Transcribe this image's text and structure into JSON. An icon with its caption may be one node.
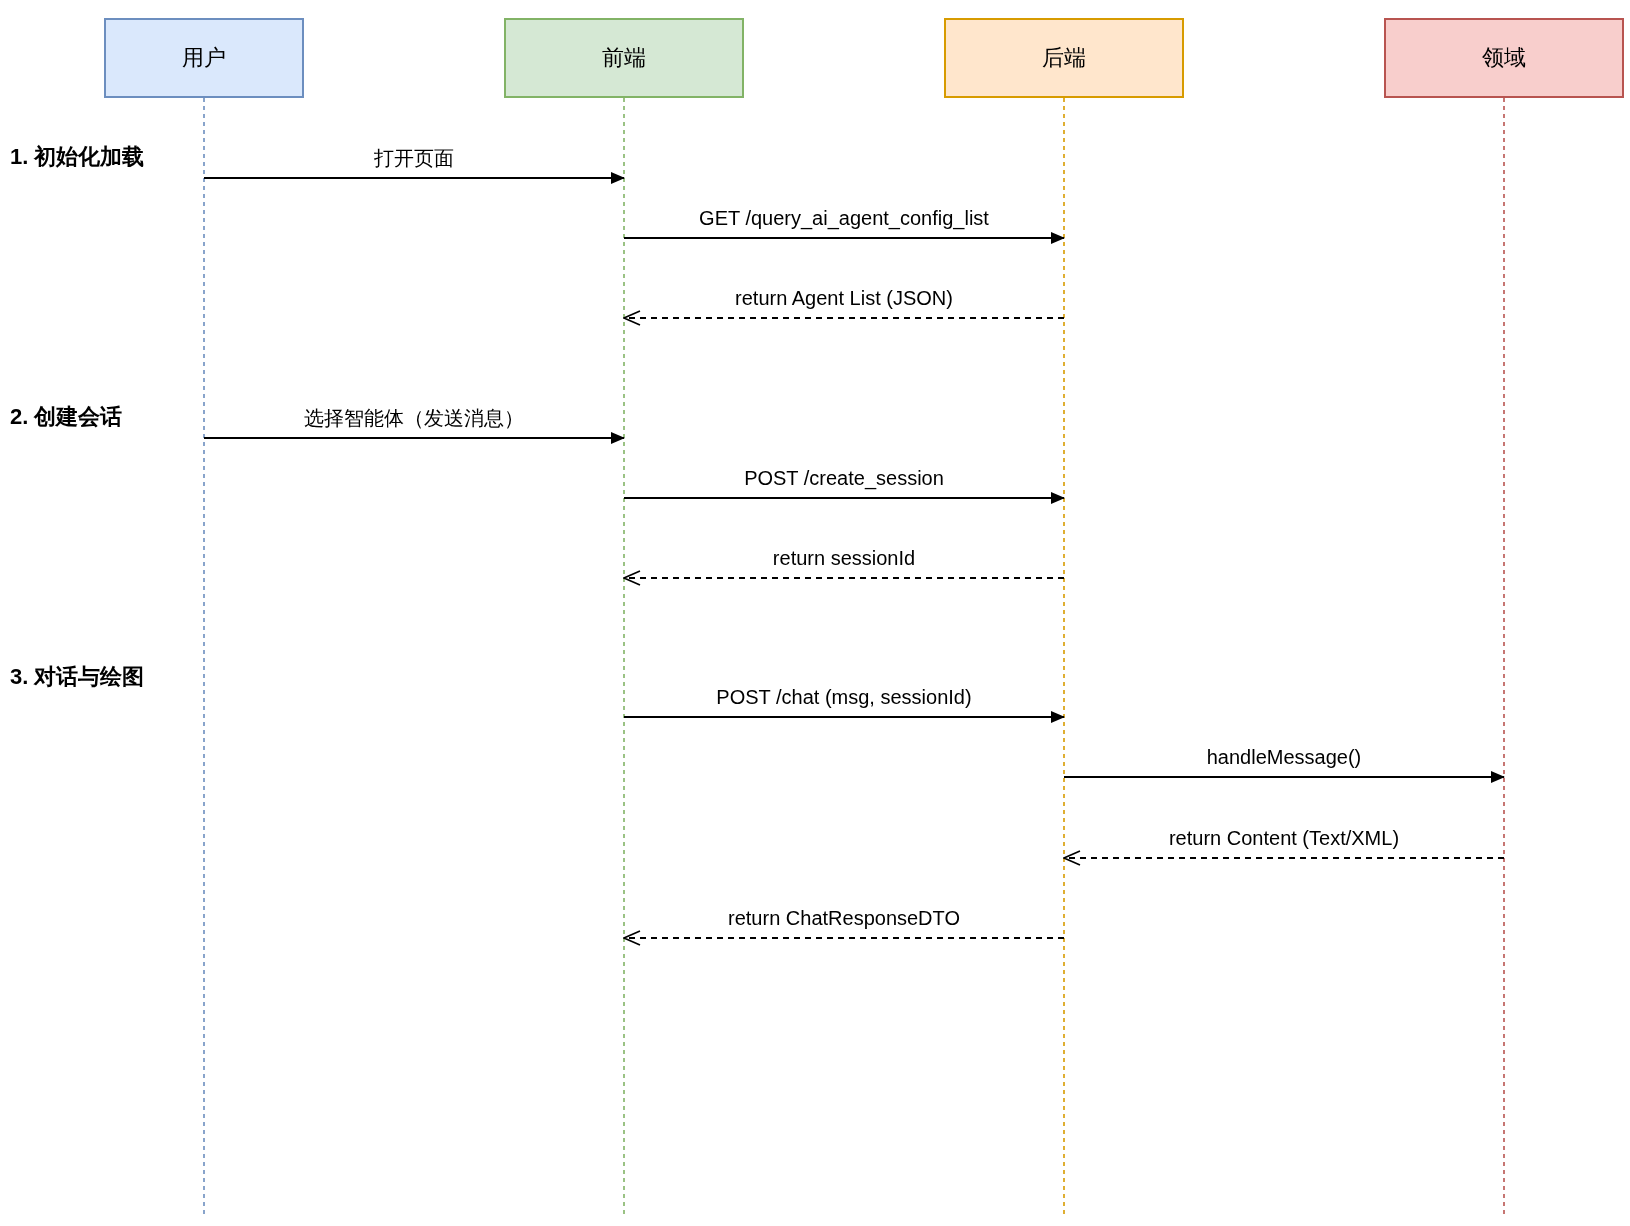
{
  "diagram": {
    "nodes": [
      {
        "text": [
          "用户"
        ]
      },
      {
        "text": [
          "前端"
        ]
      },
      {
        "text": [
          "后端"
        ]
      },
      {
        "text": [
          "领域"
        ]
      }
    ],
    "edges": [
      {
        "from": 0,
        "to": 1,
        "arrow": "to",
        "label": "打开页面"
      },
      {
        "from": 1,
        "to": 2,
        "arrow": "to",
        "label": "GET /query_ai_agent_config_list"
      },
      {
        "from": 2,
        "to": 1,
        "arrow": "to",
        "label": "return Agent List (JSON)",
        "style": "dashed"
      },
      {
        "from": 0,
        "to": 1,
        "arrow": "to",
        "label": "选择智能体（发送消息）"
      },
      {
        "from": 1,
        "to": 2,
        "arrow": "to",
        "label": "POST /create_session"
      },
      {
        "from": 2,
        "to": 1,
        "arrow": "to",
        "label": "return sessionId",
        "style": "dashed"
      },
      {
        "from": 1,
        "to": 2,
        "arrow": "to",
        "label": "POST /chat (msg, sessionId)"
      },
      {
        "from": 2,
        "to": 3,
        "arrow": "to",
        "label": "handleMessage()"
      },
      {
        "from": 3,
        "to": 2,
        "arrow": "to",
        "label": "return Content (Text/XML)",
        "style": "dashed"
      },
      {
        "from": 2,
        "to": 1,
        "arrow": "to",
        "label": "return ChatResponseDTO",
        "style": "dashed"
      }
    ],
    "labels": [
      "1. 初始化加载",
      "2. 创建会话",
      "3. 对话与绘图"
    ]
  }
}
